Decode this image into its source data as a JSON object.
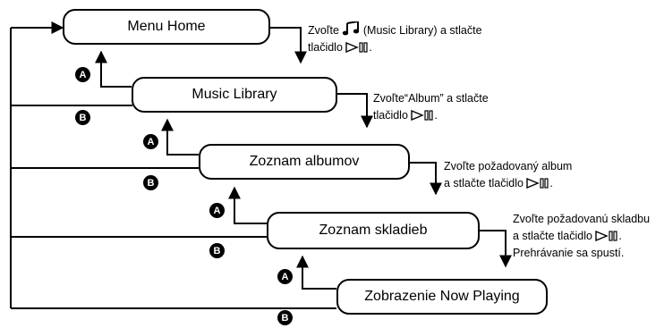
{
  "boxes": {
    "menu_home": "Menu Home",
    "music_library": "Music Library",
    "album_list": "Zoznam albumov",
    "track_list": "Zoznam skladieb",
    "now_playing": "Zobrazenie Now Playing"
  },
  "instructions": {
    "step1": {
      "prefix": "Zvoľte ",
      "suffix": "(Music Library) a stlačte",
      "line2": "tlačidlo "
    },
    "step2": {
      "line1": "Zvoľte“Album” a stlačte",
      "line2": "tlačidlo "
    },
    "step3": {
      "line1": "Zvoľte požadovaný album",
      "line2": "a stlačte tlačidlo "
    },
    "step4": {
      "line1": "Zvoľte požadovanú skladbu",
      "line2": "a stlačte tlačidlo ",
      "line3": "Prehrávanie sa spustí."
    }
  },
  "badges": {
    "a": "A",
    "b": "B"
  },
  "icons": [
    "music-note-icon",
    "play-pause-icon"
  ],
  "colors": {
    "line": "#000000",
    "badge": "#000000",
    "badge_text": "#ffffff"
  }
}
